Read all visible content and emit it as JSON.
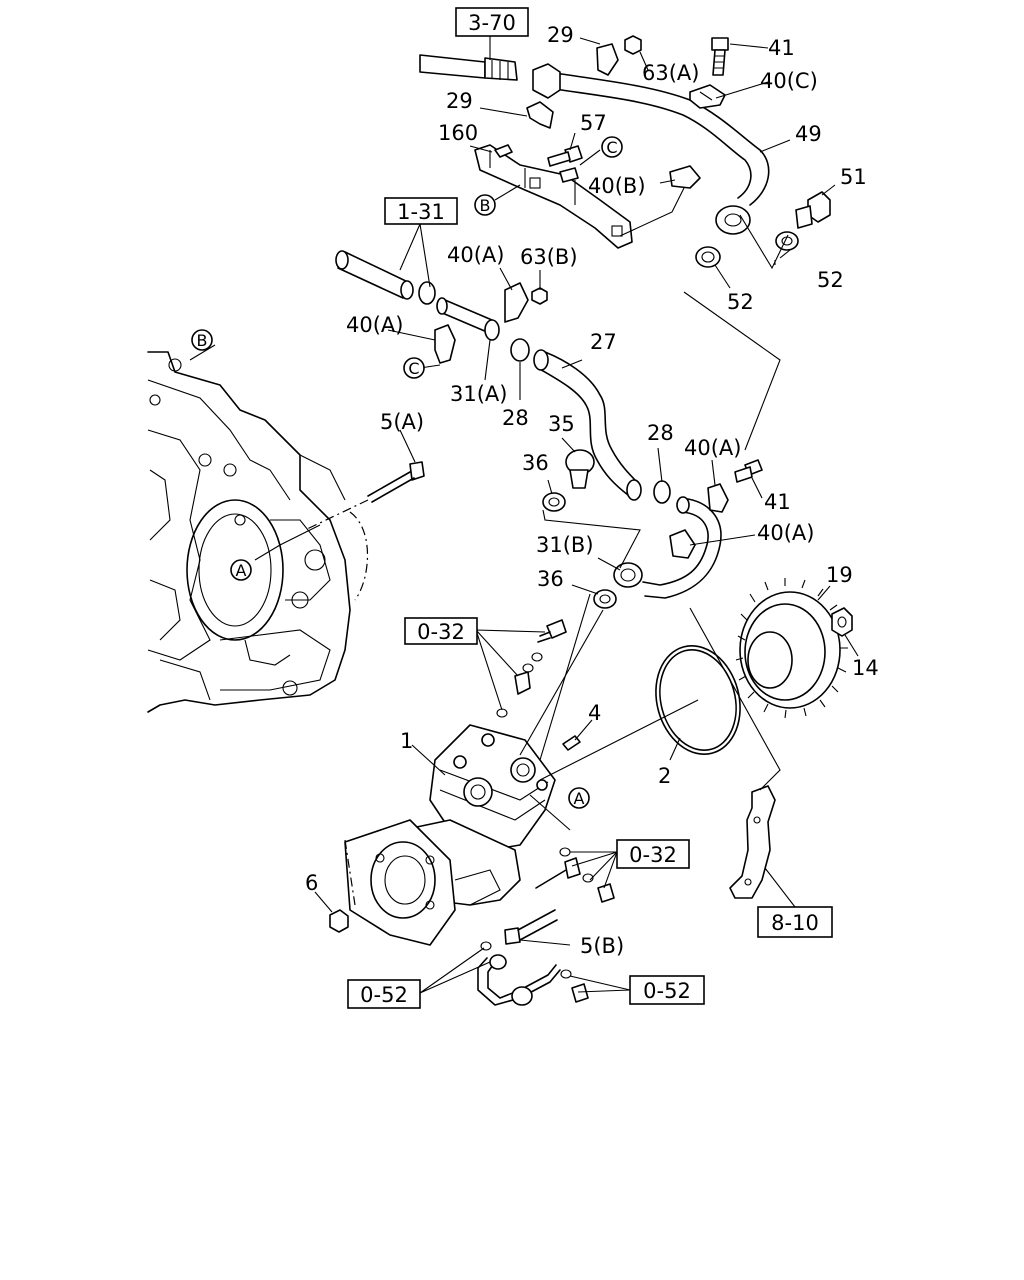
{
  "refs": {
    "r3_70": "3-70",
    "r1_31": "1-31",
    "r0_32a": "0-32",
    "r0_32b": "0-32",
    "r8_10": "8-10",
    "r0_52a": "0-52",
    "r0_52b": "0-52"
  },
  "callouts": {
    "p29a": "29",
    "p63a": "63(A)",
    "p41a": "41",
    "p40c": "40(C)",
    "p29b": "29",
    "p57": "57",
    "p160": "160",
    "p49": "49",
    "p40b": "40(B)",
    "p51": "51",
    "p40a1": "40(A)",
    "p63b": "63(B)",
    "p52a": "52",
    "p52b": "52",
    "p40a2": "40(A)",
    "p27": "27",
    "p31a": "31(A)",
    "p28a": "28",
    "p5a": "5(A)",
    "p35": "35",
    "p28b": "28",
    "p40a3": "40(A)",
    "p36a": "36",
    "p41b": "41",
    "p40a4": "40(A)",
    "p31b": "31(B)",
    "p19": "19",
    "p36b": "36",
    "p14": "14",
    "p4": "4",
    "p1": "1",
    "p2": "2",
    "p6": "6",
    "p5b": "5(B)"
  },
  "markers": {
    "mA1": "A",
    "mA2": "A",
    "mB1": "B",
    "mB2": "B",
    "mC1": "C",
    "mC2": "C"
  }
}
